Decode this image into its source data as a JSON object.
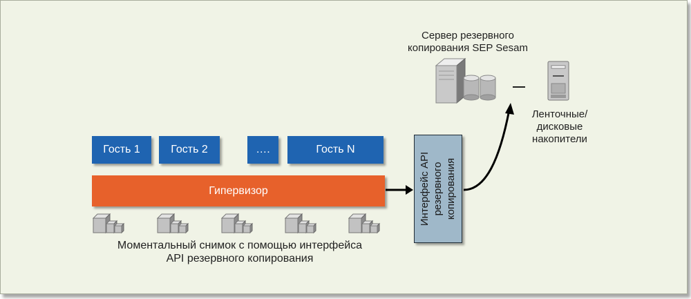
{
  "guests": [
    {
      "label": "Гость 1"
    },
    {
      "label": "Гость 2"
    },
    {
      "label": "…."
    },
    {
      "label": "Гость N"
    }
  ],
  "hypervisor": "Гипервизор",
  "api_box": [
    "Интерфейс API",
    "резервного",
    "копирования"
  ],
  "snapshot_caption": [
    "Моментальный снимок с помощью интерфейса",
    "API резервного копирования"
  ],
  "server_label": [
    "Сервер резервного",
    "копирования SEP Sesam"
  ],
  "storage_label": [
    "Ленточные/",
    "дисковые",
    "накопители"
  ],
  "colors": {
    "background": "#f0f3e6",
    "guest": "#1f64b1",
    "hypervisor": "#e7612b",
    "api": "#9fb8c9"
  }
}
